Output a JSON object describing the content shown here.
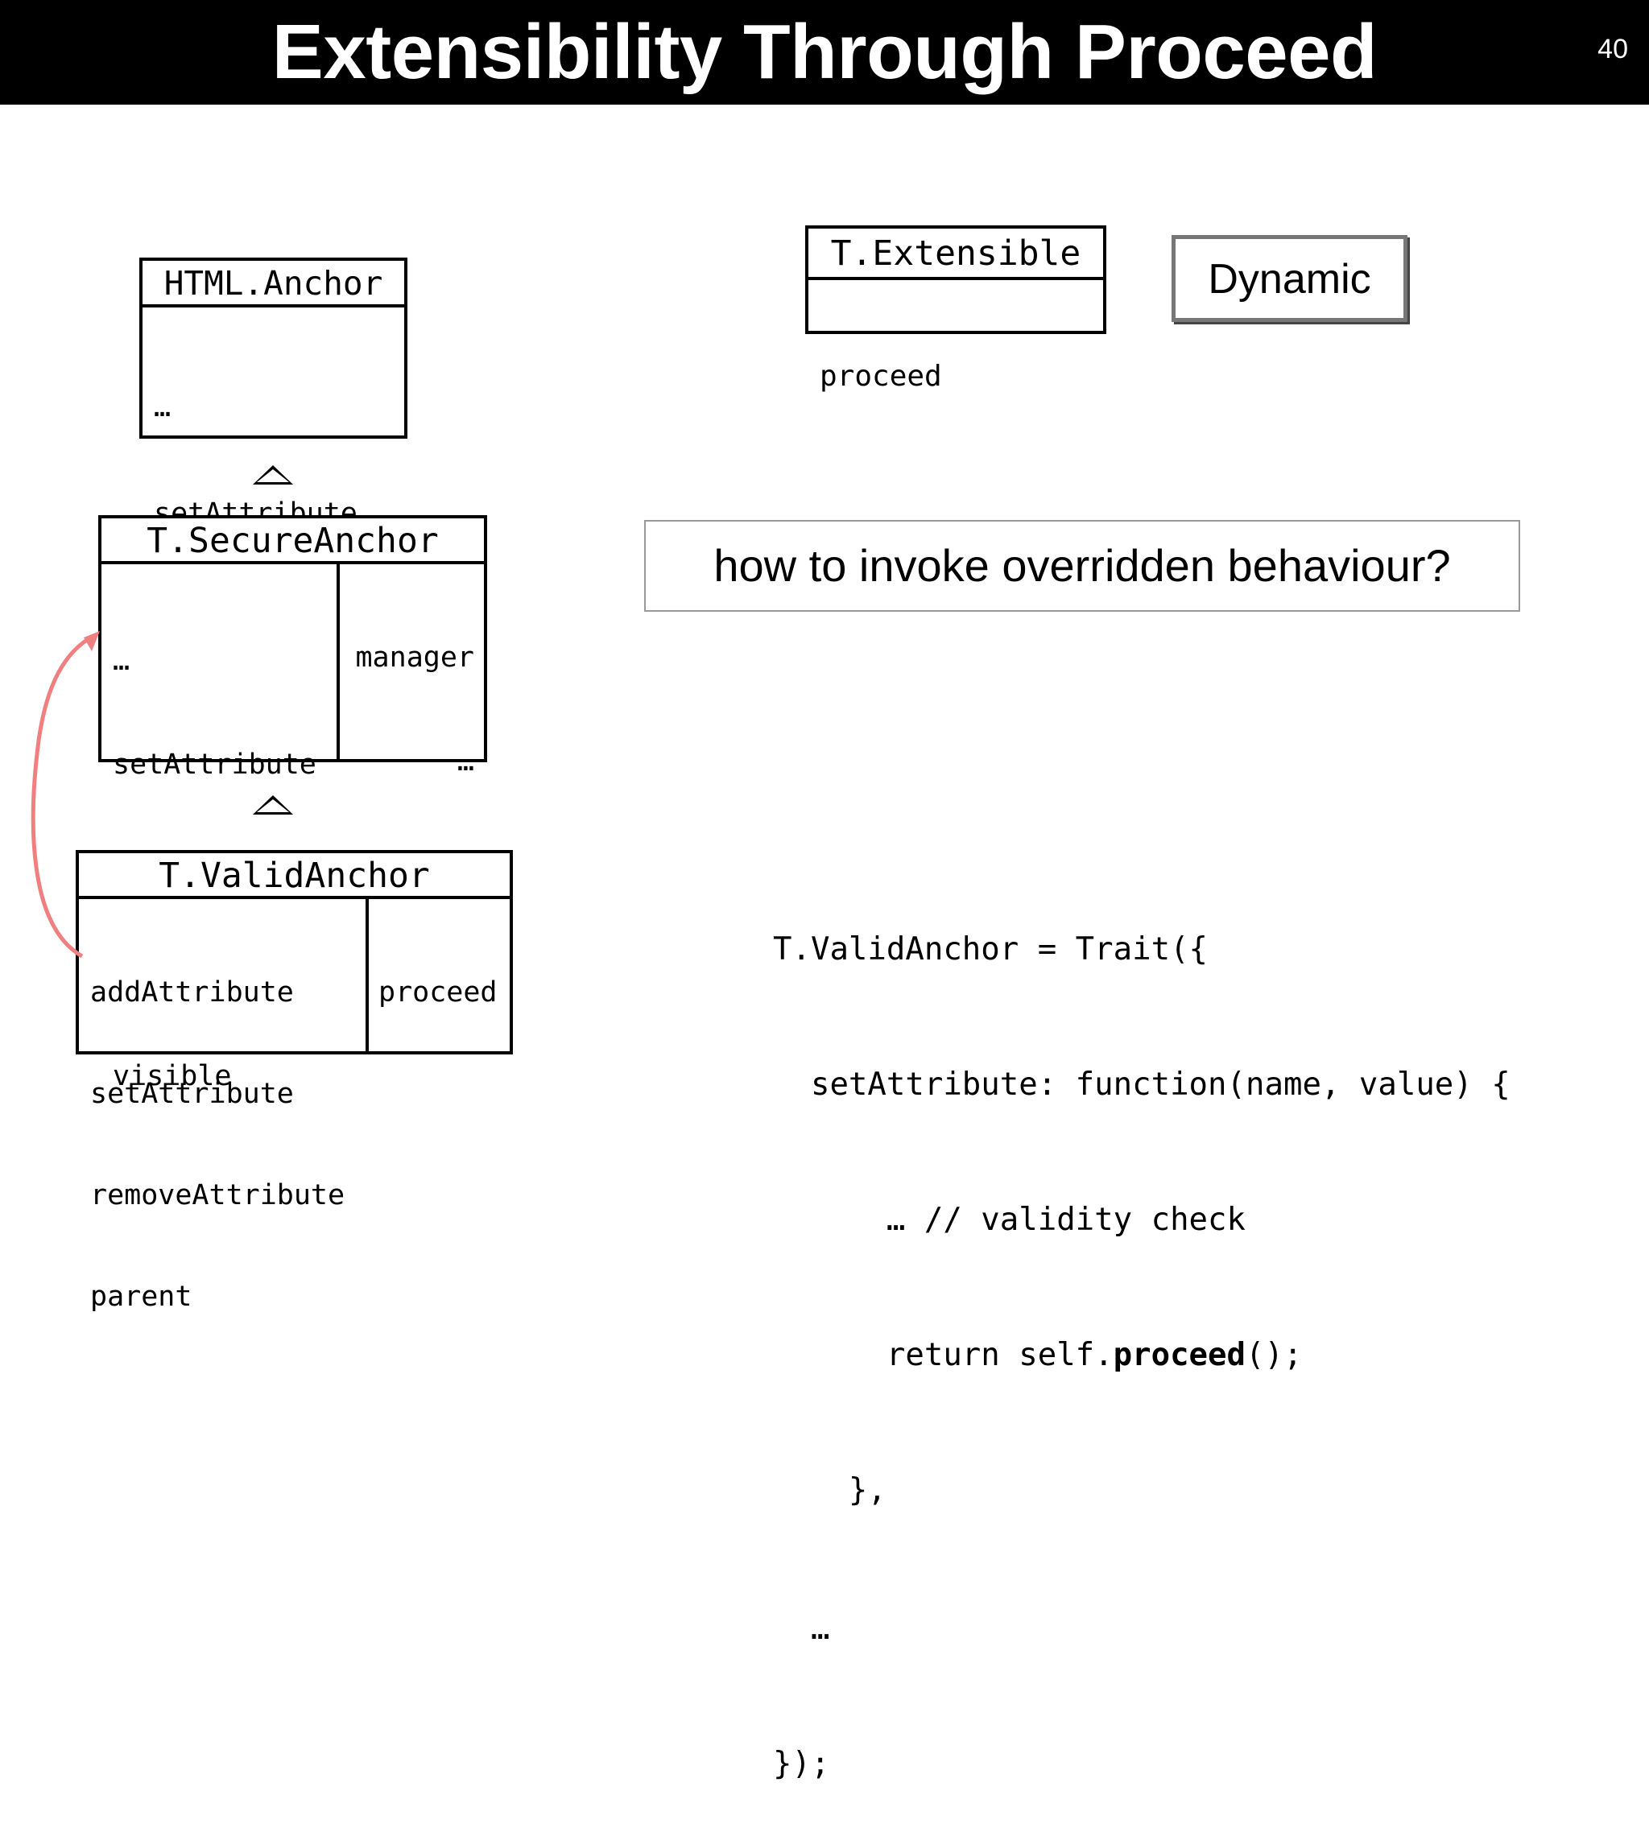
{
  "header": {
    "title": "Extensibility Through Proceed",
    "page_number": "40"
  },
  "html_anchor": {
    "name": "HTML.Anchor",
    "members": [
      "…",
      "setAttribute",
      "…"
    ]
  },
  "secure_anchor": {
    "name": "T.SecureAnchor",
    "members": [
      "…",
      "setAttribute",
      "…",
      "parent",
      "visible"
    ],
    "required": [
      "manager",
      "…"
    ]
  },
  "valid_anchor": {
    "name": "T.ValidAnchor",
    "members": [
      "addAttribute",
      "setAttribute",
      "removeAttribute",
      "parent"
    ],
    "required": [
      "proceed"
    ]
  },
  "extensible": {
    "name": "T.Extensible",
    "members": [
      "proceed"
    ]
  },
  "dynamic_label": "Dynamic",
  "question": "how to invoke overridden behaviour?",
  "code": {
    "line1": "T.ValidAnchor = Trait({",
    "line2": "  setAttribute: function(name, value) {",
    "line3": "      … // validity check",
    "line4_prefix": "      return self.",
    "line4_bold": "proceed",
    "line4_suffix": "();",
    "line5": "    },",
    "line6": "  …",
    "line7": "});"
  },
  "colors": {
    "arrow": "#f08080"
  }
}
